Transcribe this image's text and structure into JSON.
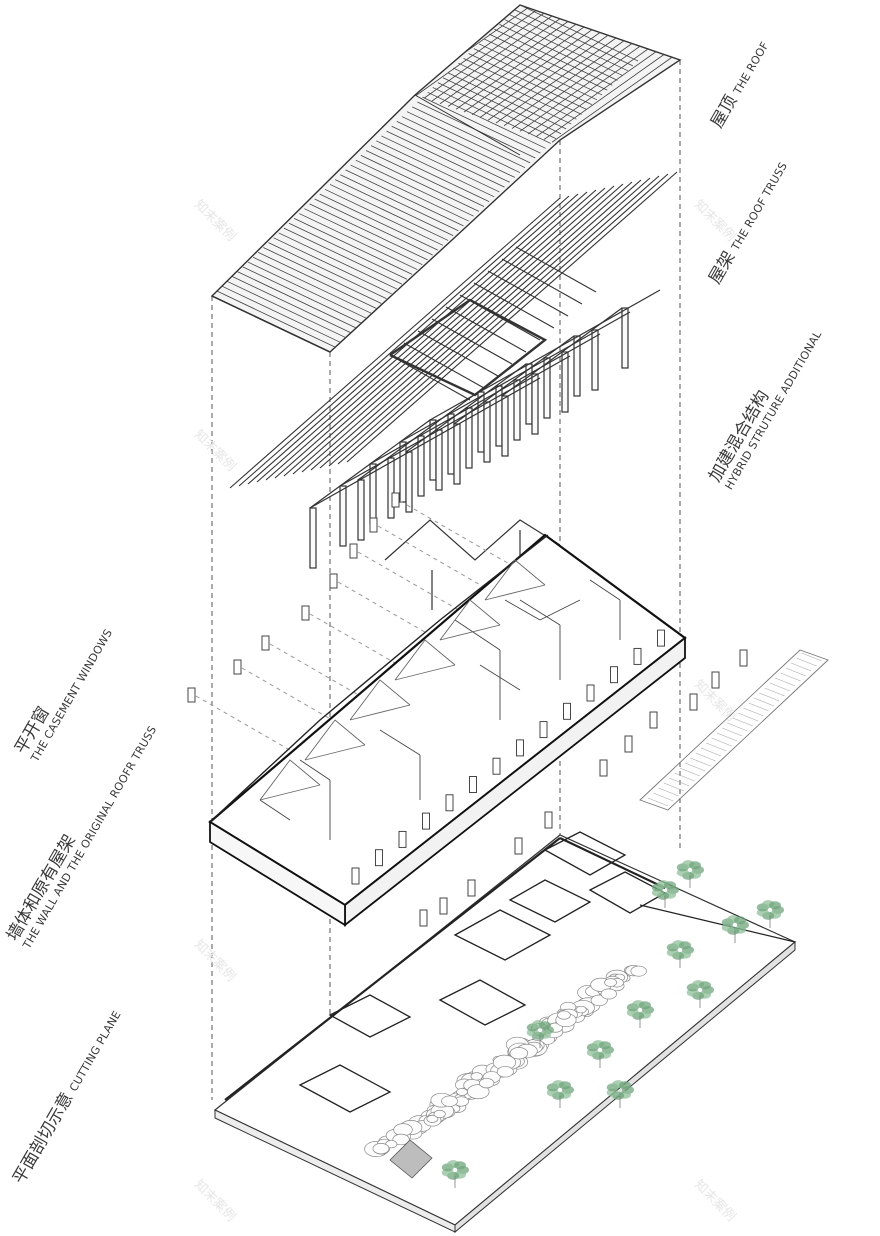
{
  "labels": {
    "roof": {
      "zh": "屋顶",
      "en": "THE ROOF"
    },
    "roof_truss": {
      "zh": "屋架",
      "en": "THE ROOF TRUSS"
    },
    "hybrid": {
      "zh": "加建混合结构",
      "en": "HYBRID STRUTURE ADDITIONAL"
    },
    "casement": {
      "zh": "平开窗",
      "en": "THE CASEMENT WINDOWS"
    },
    "wall": {
      "zh": "墙体和原有屋架",
      "en": "THE WALL AND THE ORIGINAL ROOFR TRUSS"
    },
    "plane": {
      "zh": "平面剖切示意",
      "en": "CUTTING PLANE"
    }
  },
  "watermark": "知末案例",
  "colors": {
    "line": "#333333",
    "light_line": "#8a8a8a",
    "dash": "#555555",
    "tree": "#8fbf98",
    "tree_dark": "#6fa57c",
    "stone": "#9a9a9a"
  }
}
